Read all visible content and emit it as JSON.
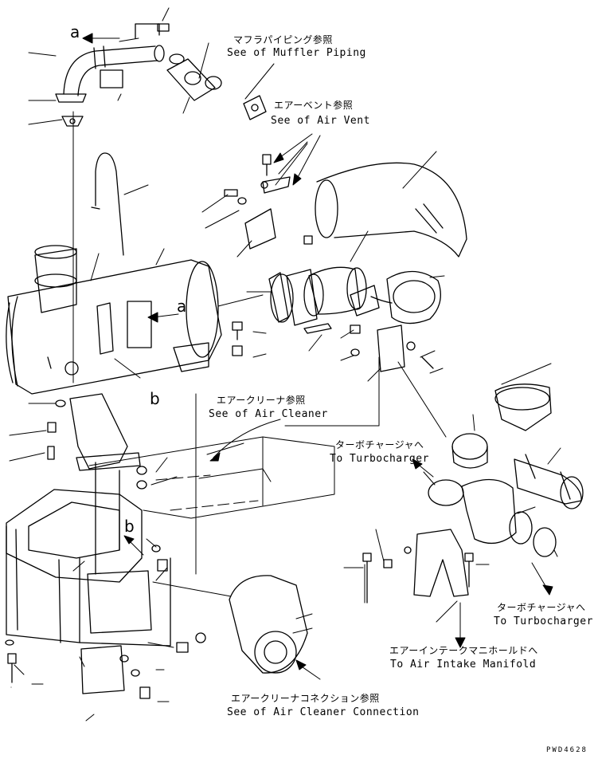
{
  "callouts": {
    "muffler_piping_jp": "マフラパイピング参照",
    "muffler_piping_en": "See of Muffler Piping",
    "air_vent_jp": "エアーベント参照",
    "air_vent_en": "See of Air Vent",
    "air_cleaner_jp": "エアークリーナ参照",
    "air_cleaner_en": "See of Air Cleaner",
    "turbo_upper_jp": "ターボチャージャへ",
    "turbo_upper_en": "To Turbocharger",
    "turbo_lower_jp": "ターボチャージャへ",
    "turbo_lower_en": "To Turbocharger",
    "intake_manifold_jp": "エアーインテークマニホールドへ",
    "intake_manifold_en": "To Air Intake Manifold",
    "cleaner_connection_jp": "エアークリーナコネクション参照",
    "cleaner_connection_en": "See of Air Cleaner Connection"
  },
  "view_markers": {
    "a_top": "a",
    "a_mid": "a",
    "b_mid": "b",
    "b_lower": "b"
  },
  "drawing_code": "PWD4628"
}
